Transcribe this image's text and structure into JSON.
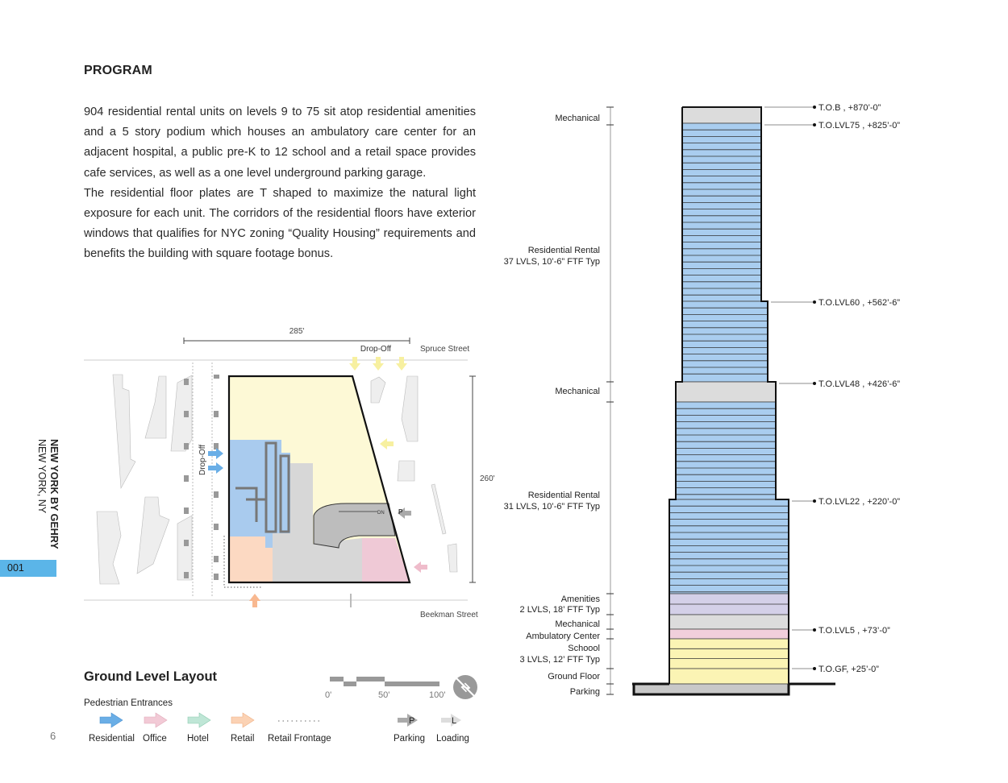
{
  "title": "PROGRAM",
  "paragraphs": [
    "904 residential rental units on levels 9 to 75 sit atop residential amenities and a 5 story podium which houses an ambulatory care center for an adjacent hospital, a public pre-K to 12 school and a retail space provides cafe services, as well as a one level underground parking garage.",
    "The residential floor plates are T shaped to maximize the natural light exposure for each unit. The corridors of the residential floors have exterior windows that qualifies for NYC zoning “Quality Housing” requirements and benefits the building with square footage bonus."
  ],
  "side": {
    "project": "NEW YORK BY GEHRY",
    "location": "NEW YORK, NY",
    "tab": "001",
    "page_number": "6"
  },
  "plan": {
    "width_dim": "285'",
    "height_dim": "260'",
    "drop_off_top": "Drop-Off",
    "drop_off_side": "Drop-Off",
    "street_top": "Spruce Street",
    "street_bottom": "Beekman Street",
    "parking_marker": "P",
    "ramp_label": "DN",
    "title": "Ground Level Layout",
    "scale": [
      "0'",
      "50'",
      "100'"
    ],
    "north_label": "N",
    "legend_heading": "Pedestrian Entrances",
    "legend": [
      {
        "label": "Residential",
        "color": "#6aaee6"
      },
      {
        "label": "Office",
        "color": "#efbccb"
      },
      {
        "label": "Hotel",
        "color": "#a8dcc8"
      },
      {
        "label": "Retail",
        "color": "#f8c4a0"
      },
      {
        "label": "Retail Frontage",
        "color": "#999999"
      },
      {
        "label": "Parking",
        "marker": "P",
        "color": "#9a9a9a"
      },
      {
        "label": "Loading",
        "marker": "L",
        "color": "#d8d8d8"
      }
    ]
  },
  "section": {
    "colors": {
      "mechanical": "#dcdcdc",
      "residential": "#a9cdef",
      "amenities": "#d4d0e8",
      "ambulatory": "#f1cfdb",
      "school": "#fbf4b4",
      "parking": "#c8c8c8"
    },
    "program_labels": [
      [
        "Mechanical"
      ],
      [
        "Residential Rental",
        "37 LVLS, 10’-6” FTF Typ"
      ],
      [
        "Mechanical"
      ],
      [
        "Residential Rental",
        "31 LVLS, 10’-6” FTF Typ"
      ],
      [
        "Amenities",
        "2 LVLS, 18’ FTF Typ"
      ],
      [
        "Mechanical"
      ],
      [
        "Ambulatory Center"
      ],
      [
        "Schoool",
        "3 LVLS, 12’ FTF Typ"
      ],
      [
        "Ground Floor"
      ],
      [
        "Parking"
      ]
    ],
    "elevations": [
      "T.O.B , +870’-0”",
      "T.O.LVL75 , +825’-0”",
      "T.O.LVL60 , +562’-6”",
      "T.O.LVL48 , +426’-6”",
      "T.O.LVL22 , +220’-0”",
      "T.O.LVL5 , +73’-0”",
      "T.O.GF, +25’-0”"
    ]
  }
}
